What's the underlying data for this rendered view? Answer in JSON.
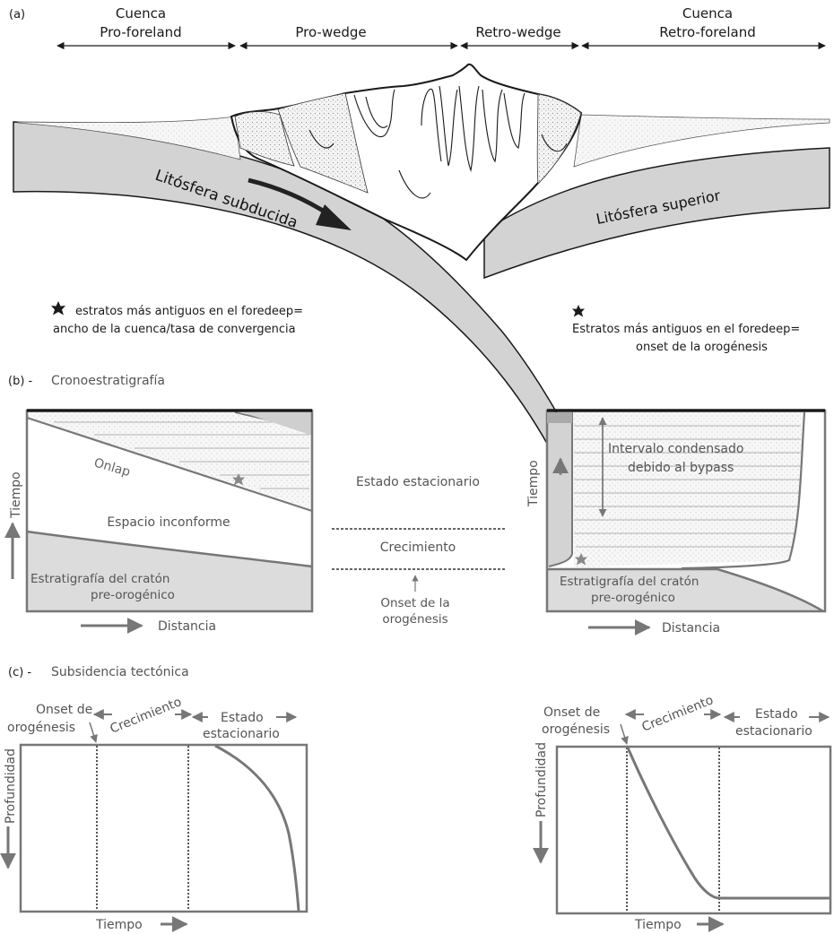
{
  "panel_a": {
    "tag": "(a)",
    "regions": {
      "pro_foreland_line1": "Cuenca",
      "pro_foreland_line2": "Pro-foreland",
      "pro_wedge": "Pro-wedge",
      "retro_wedge": "Retro-wedge",
      "retro_foreland_line1": "Cuenca",
      "retro_foreland_line2": "Retro-foreland"
    },
    "plates": {
      "subducted": "Litósfera subducida",
      "upper": "Litósfera superior"
    },
    "notes": {
      "left_line1": "estratos más antiguos en el foredeep=",
      "left_line2": "ancho de la cuenca/tasa de convergencia",
      "right_line1": "Estratos más antiguos en el foredeep=",
      "right_line2": "onset de la orogénesis"
    }
  },
  "panel_b": {
    "tag": "(b) -",
    "title": "Cronoestratigrafía",
    "left": {
      "onlap": "Onlap",
      "unconformity": "Espacio inconforme",
      "craton_line1": "Estratigrafía del cratón",
      "craton_line2": "pre-orogénico",
      "y_axis": "Tiempo",
      "x_axis": "Distancia"
    },
    "middle": {
      "steady_state": "Estado estacionario",
      "growth": "Crecimiento",
      "onset_line1": "Onset de la",
      "onset_line2": "orogénesis"
    },
    "right": {
      "condensed_line1": "Intervalo condensado",
      "condensed_line2": "debido al bypass",
      "craton_line1": "Estratigrafía del cratón",
      "craton_line2": "pre-orogénico",
      "y_axis": "Tiempo",
      "x_axis": "Distancia"
    }
  },
  "panel_c": {
    "tag": "(c) -",
    "title": "Subsidencia tectónica",
    "left": {
      "onset_line1": "Onset de",
      "onset_line2": "orogénesis",
      "growth": "Crecimiento",
      "steady_line1": "Estado",
      "steady_line2": "estacionario",
      "y_axis": "Profundidad",
      "x_axis": "Tiempo"
    },
    "right": {
      "onset_line1": "Onset de",
      "onset_line2": "orogénesis",
      "growth": "Crecimiento",
      "steady_line1": "Estado",
      "steady_line2": "estacionario",
      "y_axis": "Profundidad",
      "x_axis": "Tiempo"
    }
  },
  "colors": {
    "ink": "#1a1a1a",
    "gray_line": "#777777",
    "plate_fill": "#d4d4d4",
    "craton_fill": "#dcdcdc",
    "text_gray": "#666666"
  }
}
